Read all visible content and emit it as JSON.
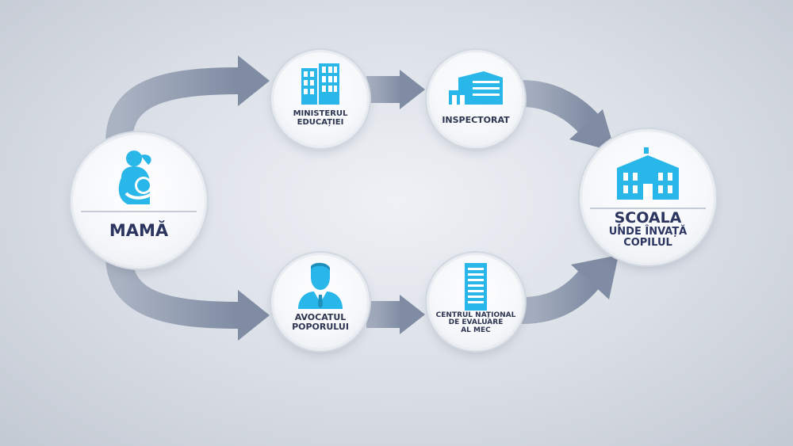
{
  "colors": {
    "accent_blue": "#29b6e8",
    "label_navy": "#2d3550",
    "arrow_fill": "#8d99ad"
  },
  "diagram": {
    "nodes": {
      "mama": {
        "icon": "mother-child-icon",
        "lines": [
          "MAMĂ"
        ]
      },
      "ministerul": {
        "icon": "office-building-icon",
        "lines": [
          "MINISTERUL",
          "EDUCAȚIEI"
        ]
      },
      "inspectorat": {
        "icon": "inspectorate-building-icon",
        "lines": [
          "INSPECTORAT"
        ]
      },
      "avocatul": {
        "icon": "businessman-icon",
        "lines": [
          "AVOCATUL",
          "POPORULUI"
        ]
      },
      "centru": {
        "icon": "tower-building-icon",
        "lines": [
          "CENTRUL NAȚIONAL",
          "DE EVALUARE",
          "AL MEC"
        ]
      },
      "scoala": {
        "icon": "school-building-icon",
        "lines": [
          "ȘCOALA",
          "UNDE ÎNVAȚĂ",
          "COPILUL"
        ]
      }
    }
  }
}
